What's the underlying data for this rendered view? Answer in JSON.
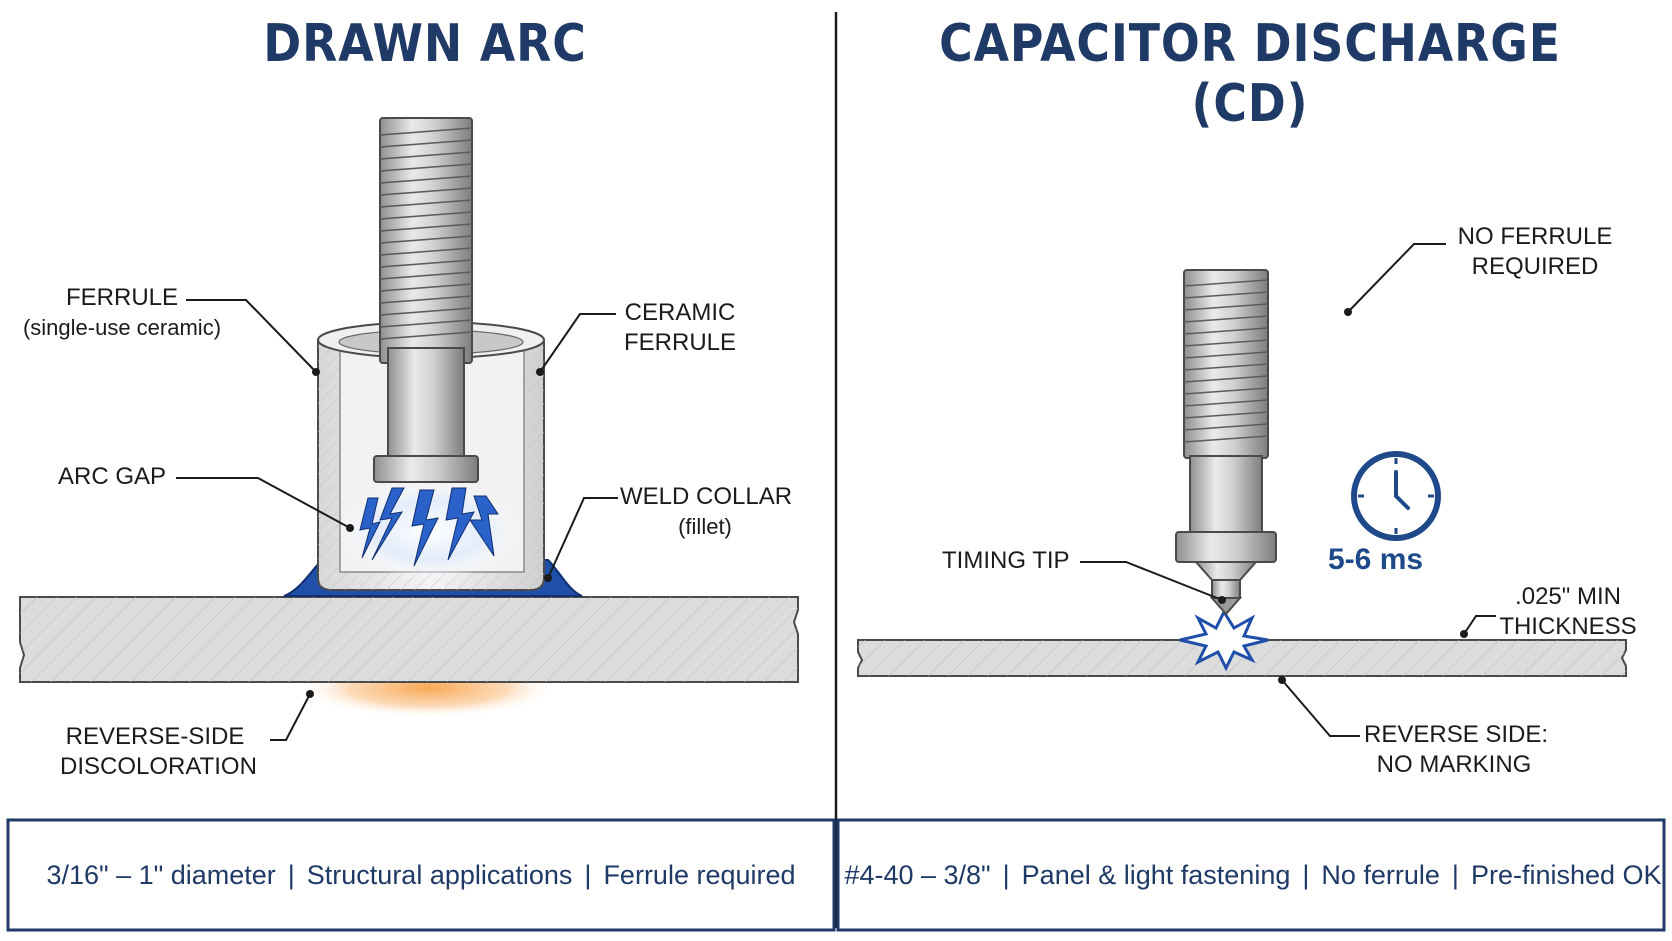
{
  "left": {
    "title": "DRAWN ARC",
    "labels": {
      "ferrule": "FERRULE",
      "ferrule_sub": "(single-use ceramic)",
      "ceramic_ferrule_line1": "CERAMIC",
      "ceramic_ferrule_line2": "FERRULE",
      "arc_gap": "ARC GAP",
      "weld_collar": "WELD COLLAR",
      "weld_collar_sub": "(fillet)",
      "reverse_line1": "REVERSE-SIDE",
      "reverse_line2": "DISCOLORATION"
    },
    "footer": [
      "3/16\" – 1\" diameter",
      "Structural applications",
      "Ferrule required"
    ]
  },
  "right": {
    "title": "CAPACITOR DISCHARGE (CD)",
    "labels": {
      "no_ferrule_line1": "NO FERRULE",
      "no_ferrule_line2": "REQUIRED",
      "timing_tip": "TIMING TIP",
      "time": "5-6 ms",
      "thickness_line1": ".025\" MIN",
      "thickness_line2": "THICKNESS",
      "reverse_line1": "REVERSE SIDE:",
      "reverse_line2": "NO MARKING"
    },
    "footer": [
      "#4-40 – 3/8\"",
      "Panel & light fastening",
      "No ferrule",
      "Pre-finished OK"
    ]
  },
  "footer_separator": "|",
  "colors": {
    "title": "#1f3a66",
    "border": "#1f3a66",
    "weld_blue": "#1f4fa8",
    "arc_blue": "#2a62c9",
    "discoloration": "#f7a24a",
    "metal": "#d9d9d9"
  },
  "icons": [
    "clock-icon",
    "spark-icon",
    "lightning-icon"
  ]
}
